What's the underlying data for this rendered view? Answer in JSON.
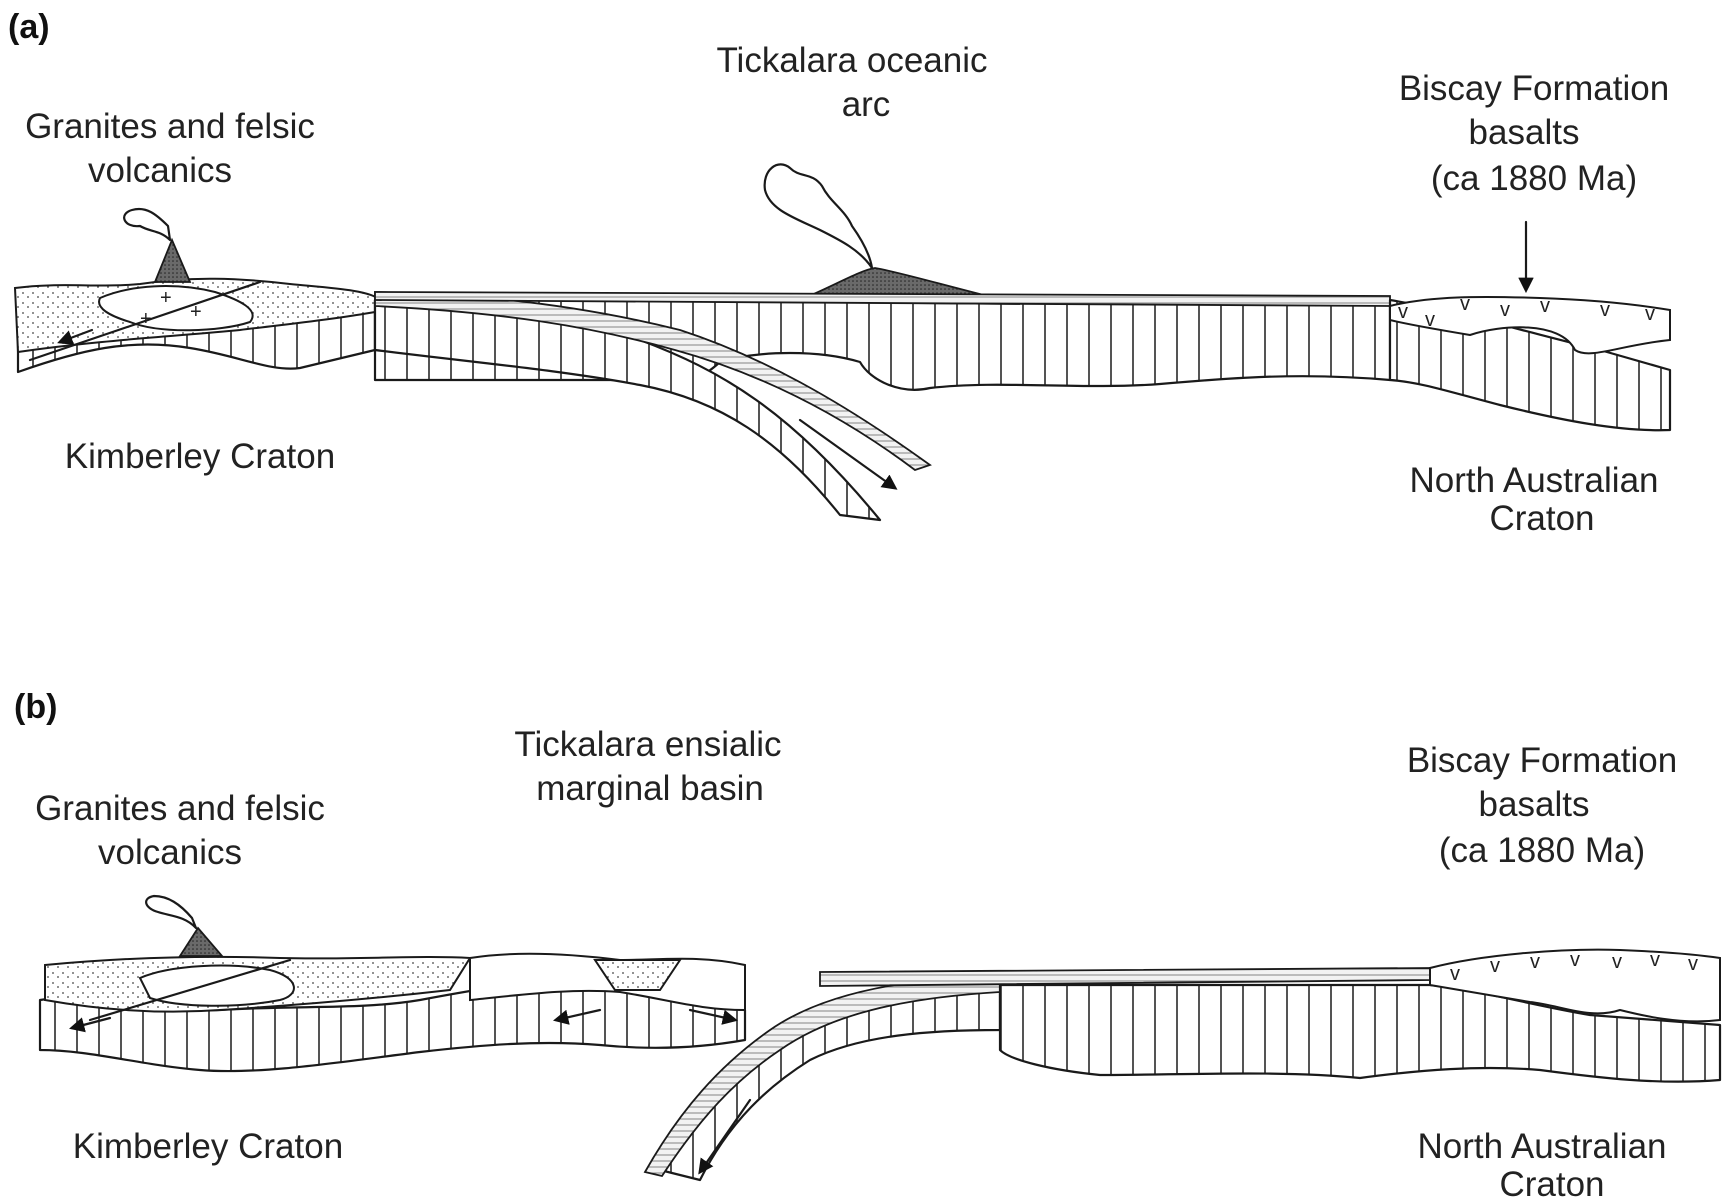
{
  "panels": [
    {
      "label": "(a)",
      "granites": [
        "Granites and felsic",
        "volcanics"
      ],
      "arc": [
        "Tickalara oceanic",
        "arc"
      ],
      "biscay": [
        "Biscay Formation",
        "basalts",
        "(ca 1880 Ma)"
      ],
      "kimberley": "Kimberley Craton",
      "north": [
        "North Australian",
        "Craton"
      ]
    },
    {
      "label": "(b)",
      "granites": [
        "Granites and felsic",
        "volcanics"
      ],
      "arc": [
        "Tickalara ensialic",
        "marginal basin"
      ],
      "biscay": [
        "Biscay Formation",
        "basalts",
        "(ca 1880 Ma)"
      ],
      "kimberley": "Kimberley Craton",
      "north": [
        "North Australian",
        "Craton"
      ]
    }
  ]
}
